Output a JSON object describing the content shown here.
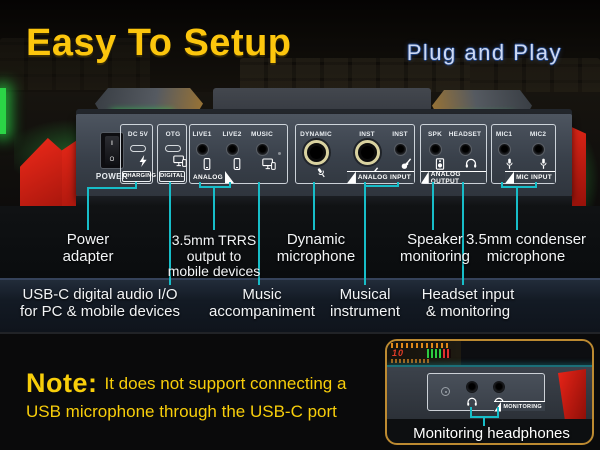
{
  "header": {
    "title": "Easy To Setup",
    "subtitle": "Plug and Play"
  },
  "device": {
    "power_label": "POWER",
    "switch_on": "I",
    "switch_off": "O",
    "groups": [
      {
        "tab": "CHARGING",
        "ports": [
          {
            "label": "DC 5V",
            "icon": "lightning-icon"
          }
        ]
      },
      {
        "tab": "DIGITAL",
        "ports": [
          {
            "label": "OTG",
            "icon": "devices-icon"
          }
        ]
      },
      {
        "tab": "ANALOG",
        "ports": [
          {
            "label": "LIVE1",
            "icon": "phone-icon"
          },
          {
            "label": "LIVE2",
            "icon": "phone-icon"
          },
          {
            "label": "MUSIC",
            "icon": "devices-icon"
          }
        ]
      },
      {
        "tab": "ANALOG INPUT",
        "ports": [
          {
            "label": "DYNAMIC",
            "icon": "mic-icon"
          },
          {
            "label": "INST",
            "icon": "guitar-icon"
          },
          {
            "label": "INST",
            "icon": "guitar-icon"
          }
        ]
      },
      {
        "tab": "ANALOG OUTPUT",
        "ports": [
          {
            "label": "SPK",
            "icon": "speaker-icon"
          },
          {
            "label": "HEADSET",
            "icon": "headphones-icon"
          }
        ]
      },
      {
        "tab": "MIC INPUT",
        "ports": [
          {
            "label": "MIC1",
            "icon": "mic-icon"
          },
          {
            "label": "MIC2",
            "icon": "mic-icon"
          }
        ]
      }
    ]
  },
  "callouts": {
    "row1": [
      {
        "lines": [
          "Power",
          "adapter"
        ]
      },
      {
        "lines": [
          "3.5mm TRRS",
          "output to",
          "mobile devices"
        ]
      },
      {
        "lines": [
          "Dynamic",
          "microphone"
        ]
      },
      {
        "lines": [
          "Speaker",
          "monitoring"
        ]
      },
      {
        "lines": [
          "3.5mm condenser",
          "microphone"
        ]
      }
    ],
    "row2": [
      {
        "lines": [
          "USB-C digital audio I/O",
          "for PC & mobile devices"
        ]
      },
      {
        "lines": [
          "Music",
          "accompaniment"
        ]
      },
      {
        "lines": [
          "Musical",
          "instrument"
        ]
      },
      {
        "lines": [
          "Headset input",
          "& monitoring"
        ]
      }
    ]
  },
  "note": {
    "prefix": "Note:",
    "line1": "It does not support connecting a",
    "line2": "USB microphone through the USB-C port"
  },
  "inset": {
    "meter_value": "10",
    "panel_tab": "MONITORING",
    "caption": "Monitoring headphones"
  },
  "colors": {
    "accent_cyan": "#17bdc8",
    "title_gold": "#fcc60d",
    "subtitle_blue": "#cdd9f4",
    "note_yellow": "#f8ce0a",
    "inset_border": "#bd8a31",
    "device_red": "#d91c12",
    "led_green": "#2ee04e"
  }
}
